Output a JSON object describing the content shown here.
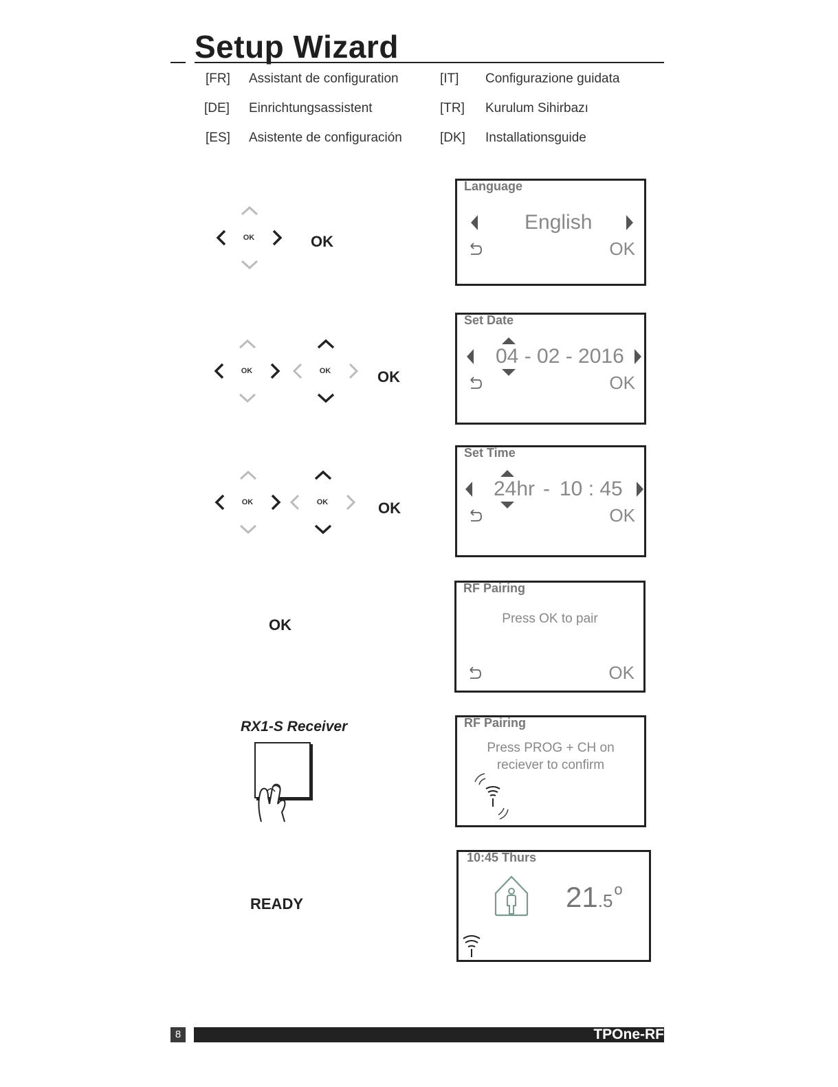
{
  "page": {
    "title": "Setup Wizard",
    "translations": [
      {
        "code": "[FR]",
        "text": "Assistant de configuration"
      },
      {
        "code": "[DE]",
        "text": "Einrichtungsassistent"
      },
      {
        "code": "[ES]",
        "text": "Asistente de configuración"
      },
      {
        "code": "[IT]",
        "text": "Configurazione guidata"
      },
      {
        "code": "[TR]",
        "text": "Kurulum Sihirbazı"
      },
      {
        "code": "[DK]",
        "text": "Installationsguide"
      }
    ],
    "page_number": "8",
    "brand": "TPOne-RF"
  },
  "steps": {
    "language": {
      "action": "OK",
      "pad_label": "OK",
      "screen_title": "Language",
      "value": "English",
      "ok": "OK"
    },
    "date": {
      "action": "OK",
      "pad_label": "OK",
      "screen_title": "Set Date",
      "value": "04 - 02 - 2016",
      "ok": "OK"
    },
    "time": {
      "action": "OK",
      "pad_label": "OK",
      "screen_title": "Set Time",
      "format": "24hr",
      "separator": "-",
      "value": "10 : 45",
      "ok": "OK"
    },
    "pair": {
      "action": "OK",
      "screen_title": "RF Pairing",
      "message": "Press OK to pair",
      "ok": "OK"
    },
    "confirm": {
      "receiver_label": "RX1-S Receiver",
      "screen_title": "RF Pairing",
      "message_line1": "Press PROG + CH on",
      "message_line2": "reciever to confirm"
    },
    "ready": {
      "action": "READY",
      "screen_title": "10:45 Thurs",
      "temp_main": "21",
      "temp_decimal": ".5",
      "temp_unit": "o"
    }
  }
}
